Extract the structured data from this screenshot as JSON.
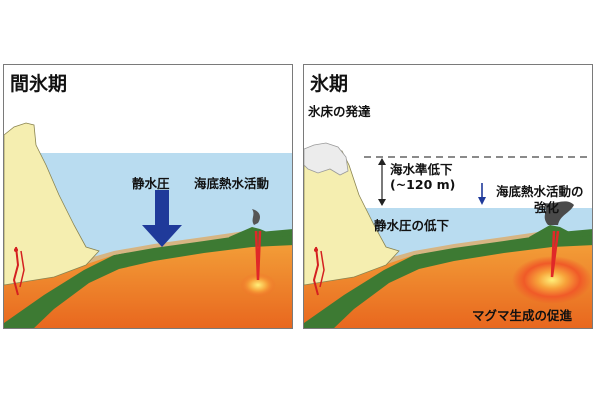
{
  "left_panel": {
    "title": "間氷期",
    "hydrostatic_label": "静水圧",
    "hydrothermal_label": "海底熱水活動"
  },
  "right_panel": {
    "title": "氷期",
    "ice_sheet_label": "氷床の発達",
    "sea_level_label_line1": "海水準低下",
    "sea_level_label_line2": "(~120 m)",
    "hydrostatic_label": "静水圧の低下",
    "hydrothermal_label_line1": "海底熱水活動の",
    "hydrothermal_label_line2": "強化",
    "magma_label": "マグマ生成の促進"
  },
  "colors": {
    "sea": "#b9dcf0",
    "cliff": "#f5eeb0",
    "mantle": "#f08a2a",
    "mantle_deep": "#e8661e",
    "plate": "#3d7a33",
    "sediment": "#e3c79a",
    "arrow": "#1f3a9a",
    "magma": "#f04a2a"
  }
}
